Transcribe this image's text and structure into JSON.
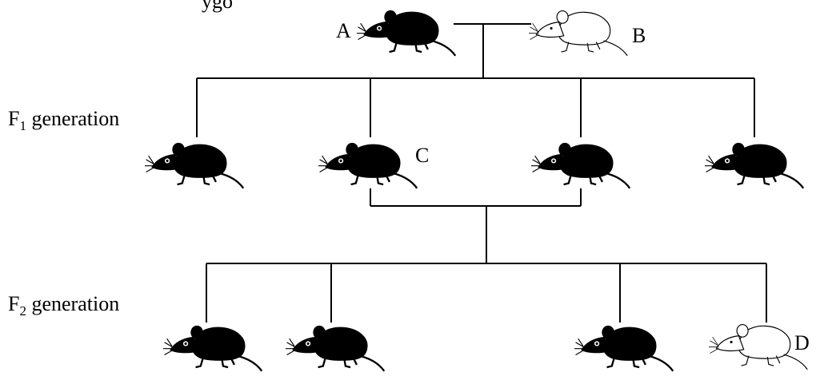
{
  "header_text": "ygo",
  "labels": {
    "a": "A",
    "b": "B",
    "c": "C",
    "d": "D"
  },
  "generations": {
    "f1": {
      "letter": "F",
      "sub": "1",
      "word": " generation"
    },
    "f2": {
      "letter": "F",
      "sub": "2",
      "word": " generation"
    }
  },
  "mice": {
    "parents": [
      {
        "name": "A",
        "color": "black"
      },
      {
        "name": "B",
        "color": "white"
      }
    ],
    "f1": [
      "black",
      "black",
      "black",
      "black"
    ],
    "f2": [
      "black",
      "black",
      "black",
      "white"
    ]
  },
  "colors": {
    "black_mouse": "#000000",
    "white_mouse": "#ffffff",
    "line": "#000000"
  }
}
